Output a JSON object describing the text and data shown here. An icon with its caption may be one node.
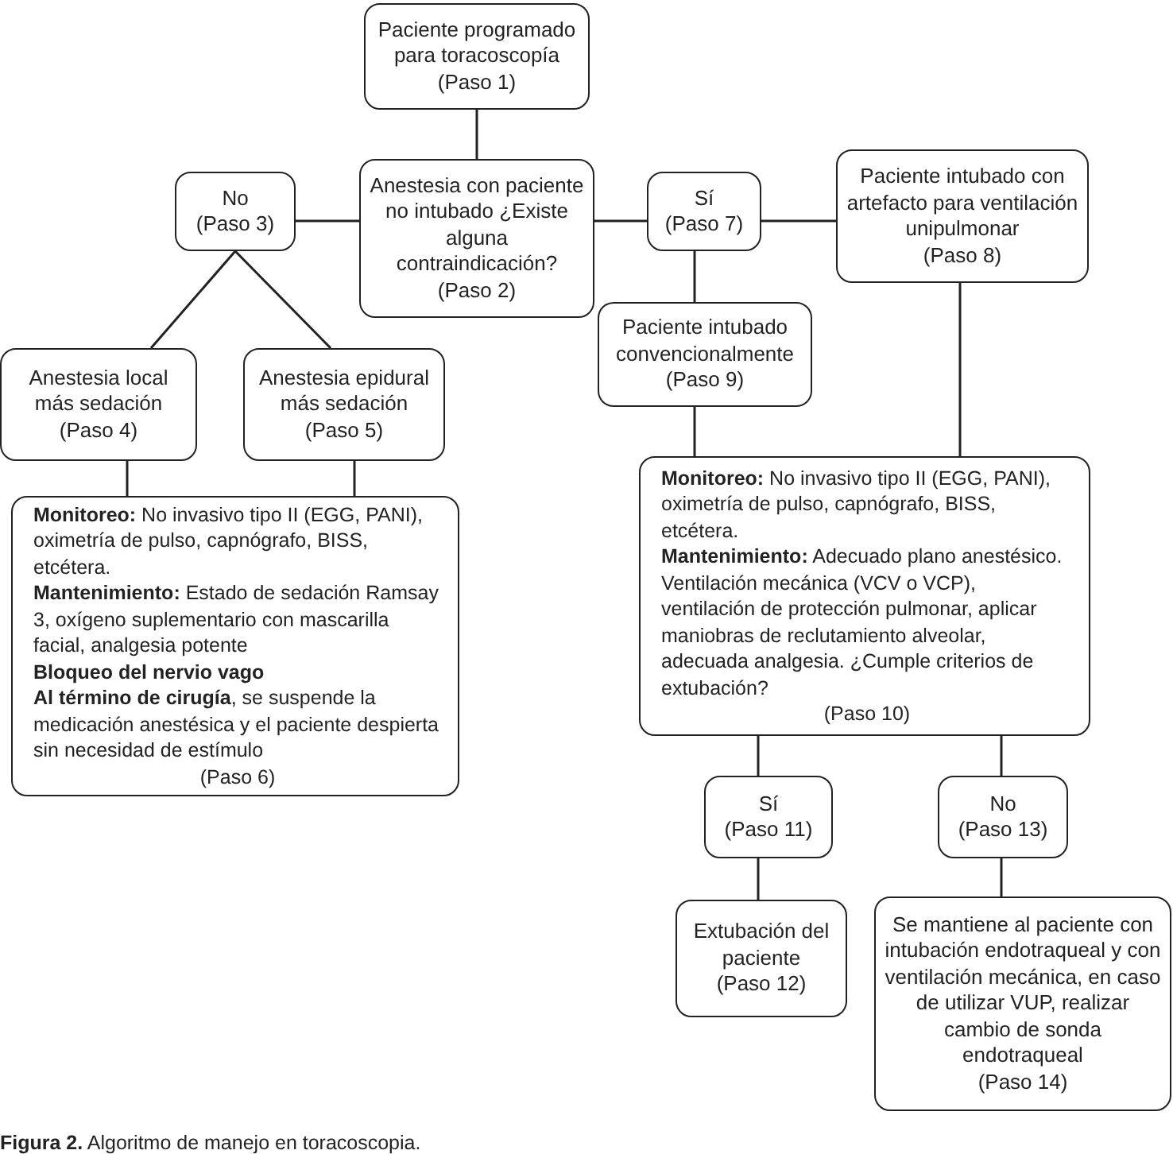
{
  "diagram": {
    "caption": "**Figura 2.** Algoritmo de manejo en toracoscopia.",
    "nodes": [
      {
        "text": [
          "Paciente programado para toracoscopía",
          "(Paso 1)"
        ]
      },
      {
        "text": [
          "No",
          "(Paso 3)"
        ]
      },
      {
        "text": [
          "Anestesia con paciente no intubado ¿Existe alguna contraindicación?",
          "(Paso 2)"
        ]
      },
      {
        "text": [
          "Sí",
          "(Paso 7)"
        ]
      },
      {
        "text": [
          "Paciente intubado con artefacto para ventilación unipulmonar",
          "(Paso 8)"
        ]
      },
      {
        "text": [
          "Paciente intubado convencionalmente",
          "(Paso 9)"
        ]
      },
      {
        "text": [
          "Anestesia local más sedación",
          "(Paso 4)"
        ]
      },
      {
        "text": [
          "Anestesia epidural más sedación",
          "(Paso 5)"
        ]
      },
      {
        "text": [
          "**Monitoreo:** No invasivo tipo II (EGG, PANI), oximetría de pulso, capnógrafo, BISS, etcétera.",
          "**Mantenimiento:** Adecuado plano anestésico. Ventilación mecánica (VCV o VCP), ventilación de protección pulmonar, aplicar maniobras de reclutamiento alveolar, adecuada analgesia. ¿Cumple criterios de extubación?",
          "(Paso 10)"
        ]
      },
      {
        "text": [
          "**Monitoreo:** No invasivo tipo II (EGG, PANI), oximetría de pulso, capnógrafo, BISS, etcétera.",
          "**Mantenimiento:** Estado de sedación Ramsay 3, oxígeno suplementario con mascarilla facial, analgesia potente",
          "**Bloqueo del nervio vago**",
          "**Al término de cirugía**, se suspende la medicación anestésica y el paciente despierta sin necesidad de estímulo",
          "(Paso 6)"
        ]
      },
      {
        "text": [
          "Sí",
          "(Paso 11)"
        ]
      },
      {
        "text": [
          "No",
          "(Paso 13)"
        ]
      },
      {
        "text": [
          "Extubación del paciente",
          "(Paso 12)"
        ]
      },
      {
        "text": [
          "Se mantiene al paciente con intubación endotraqueal y con ventilación mecánica, en caso de utilizar VUP, realizar cambio de sonda endotraqueal",
          "(Paso 14)"
        ]
      }
    ],
    "edges": [
      {
        "from": 0,
        "to": 2,
        "arrow": "none"
      },
      {
        "from": 2,
        "to": 1,
        "arrow": "none"
      },
      {
        "from": 2,
        "to": 3,
        "arrow": "none"
      },
      {
        "from": 3,
        "to": 4,
        "arrow": "none"
      },
      {
        "from": 3,
        "to": 5,
        "arrow": "none"
      },
      {
        "from": 1,
        "to": 6,
        "arrow": "none"
      },
      {
        "from": 1,
        "to": 7,
        "arrow": "none"
      },
      {
        "from": 6,
        "to": 9,
        "arrow": "none"
      },
      {
        "from": 7,
        "to": 9,
        "arrow": "none"
      },
      {
        "from": 5,
        "to": 8,
        "arrow": "none"
      },
      {
        "from": 4,
        "to": 8,
        "arrow": "none"
      },
      {
        "from": 8,
        "to": 10,
        "arrow": "none"
      },
      {
        "from": 8,
        "to": 11,
        "arrow": "none"
      },
      {
        "from": 10,
        "to": 12,
        "arrow": "none"
      },
      {
        "from": 11,
        "to": 13,
        "arrow": "none"
      }
    ]
  }
}
